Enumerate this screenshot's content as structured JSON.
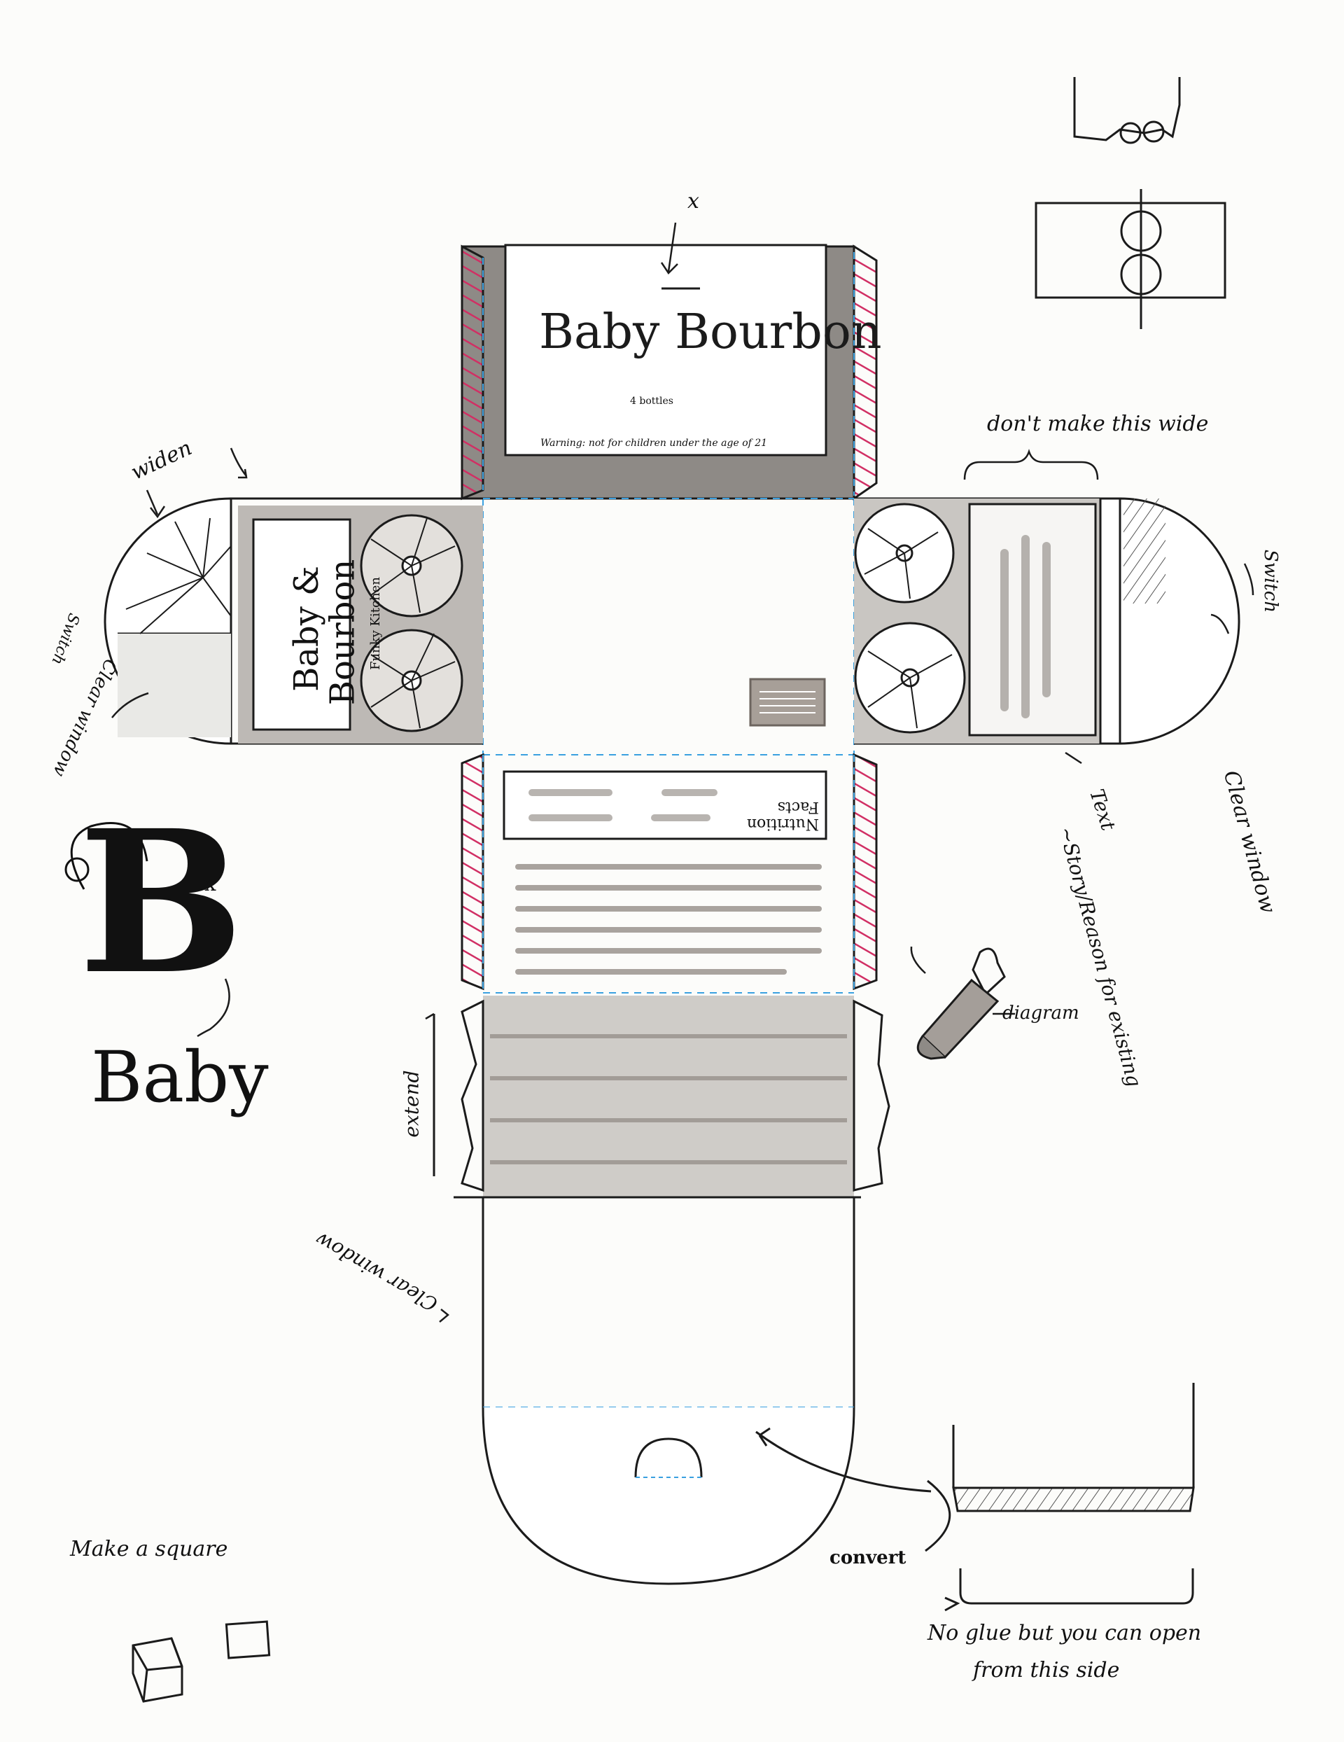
{
  "top_panel": {
    "brand": "Baby Bourbon",
    "count": "4 bottles",
    "warning": "Warning: not for children under the age of 21"
  },
  "left_panel": {
    "brand_line1": "Baby &",
    "brand_line2": "Bourbon",
    "maker": "Funky Kitchen"
  },
  "back_panel": {
    "nutrition_title": "Nutrition Facts"
  },
  "monogram": {
    "letter": "B",
    "mark": "x",
    "word": "Baby"
  },
  "annotations": {
    "top_x": "x",
    "widen": "widen",
    "switch_left": "Switch",
    "clear_window_left": "Clear window",
    "dont_make_wide": "don't make this wide",
    "switch_right": "Switch",
    "clear_window_right": "Clear window",
    "text_story": "Text",
    "story_reason": "~Story/Reason for existing",
    "diagram": "diagram",
    "extend": "extend",
    "clear_window_bottom": "Clear window",
    "make_square": "Make a square",
    "convert": "convert",
    "no_glue_1": "No glue but you can open",
    "no_glue_2": "from this side"
  },
  "colors": {
    "ink": "#1b1b1b",
    "marker_gray": "#8e8a86",
    "light_gray": "#c9c6c2",
    "dashed_blue": "#3aa0e0",
    "hatch_pink": "#d12f64"
  }
}
